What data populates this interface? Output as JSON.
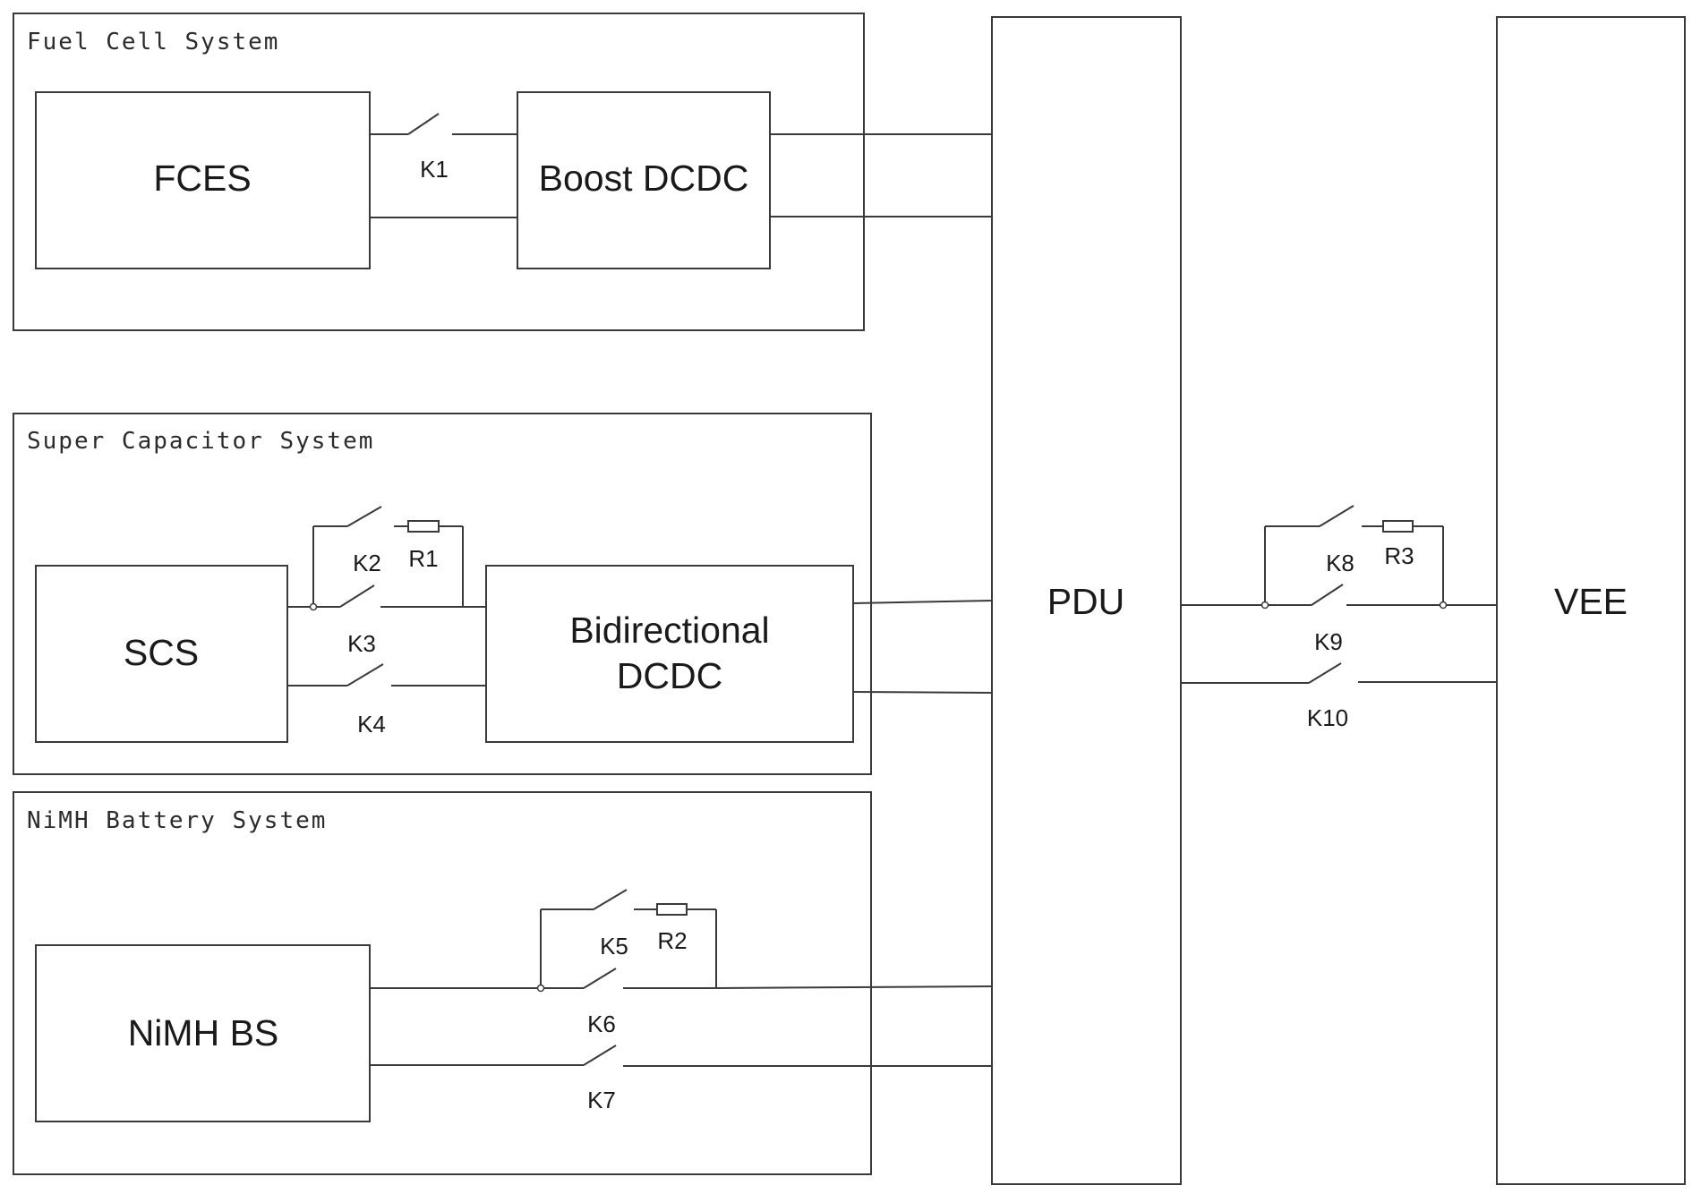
{
  "groups": {
    "fuel_cell": "Fuel Cell System",
    "super_capacitor": "Super Capacitor System",
    "nimh": "NiMH Battery System"
  },
  "blocks": {
    "fces": "FCES",
    "boost": "Boost DCDC",
    "scs": "SCS",
    "bidirectional_line1": "Bidirectional",
    "bidirectional_line2": "DCDC",
    "nimh_bs": "NiMH BS",
    "pdu": "PDU",
    "vee": "VEE"
  },
  "switches": {
    "k1": "K1",
    "k2": "K2",
    "k3": "K3",
    "k4": "K4",
    "k5": "K5",
    "k6": "K6",
    "k7": "K7",
    "k8": "K8",
    "k9": "K9",
    "k10": "K10"
  },
  "resistors": {
    "r1": "R1",
    "r2": "R2",
    "r3": "R3"
  }
}
